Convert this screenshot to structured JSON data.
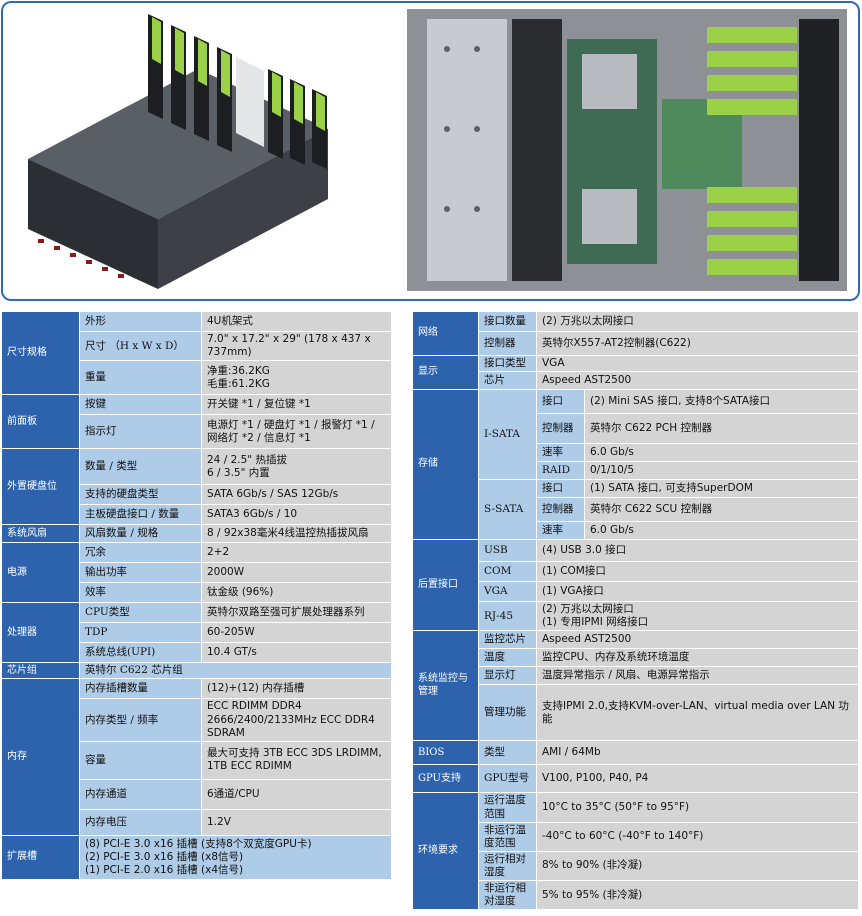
{
  "left_table": [
    {
      "group": "尺寸规格",
      "rows": [
        [
          "外形",
          "4U机架式"
        ],
        [
          "尺寸 （H x W x D）",
          "7.0\" x 17.2\" x 29\" (178 x 437 x 737mm)"
        ],
        [
          "重量",
          "净重:36.2KG\n毛重:61.2KG"
        ]
      ]
    },
    {
      "group": "前面板",
      "rows": [
        [
          "按键",
          "开关键 *1 / 复位键 *1"
        ],
        [
          "指示灯",
          "电源灯 *1 / 硬盘灯 *1 / 报警灯 *1 / 网络灯 *2 / 信息灯 *1"
        ]
      ]
    },
    {
      "group": "外置硬盘位",
      "rows": [
        [
          "数量 / 类型",
          "24 / 2.5\" 热插拔\n6 / 3.5\" 内置"
        ],
        [
          "支持的硬盘类型",
          "SATA 6Gb/s / SAS 12Gb/s"
        ],
        [
          "主板硬盘接口 / 数量",
          "SATA3 6Gb/s / 10"
        ]
      ]
    },
    {
      "group": "系统风扇",
      "rows": [
        [
          "风扇数量 / 规格",
          "8 / 92x38毫米4线温控热插拔风扇"
        ]
      ]
    },
    {
      "group": "电源",
      "rows": [
        [
          "冗余",
          "2+2"
        ],
        [
          "输出功率",
          "2000W"
        ],
        [
          "效率",
          "钛金级 (96%)"
        ]
      ]
    },
    {
      "group": "处理器",
      "rows": [
        [
          "CPU类型",
          "英特尔双路至强可扩展处理器系列"
        ],
        [
          "TDP",
          "60-205W"
        ],
        [
          "系统总线(UPI)",
          "10.4 GT/s"
        ]
      ]
    },
    {
      "group": "芯片组",
      "rows": [
        [
          "英特尔 C622 芯片组"
        ]
      ]
    },
    {
      "group": "内存",
      "rows": [
        [
          "内存插槽数量",
          "(12)+(12) 内存插槽"
        ],
        [
          "内存类型 / 频率",
          "ECC RDIMM DDR4 2666/2400/2133MHz ECC DDR4 SDRAM"
        ],
        [
          "容量",
          "最大可支持 3TB ECC 3DS LRDIMM, 1TB ECC RDIMM"
        ],
        [
          "内存通道",
          "6通道/CPU"
        ],
        [
          "内存电压",
          "1.2V"
        ]
      ]
    },
    {
      "group": "扩展槽",
      "rows": [
        [
          "(8) PCI-E 3.0 x16 插槽 (支持8个双宽度GPU卡)\n(2) PCI-E 3.0 x16 插槽 (x8信号)\n(1) PCI-E 2.0 x16 插槽 (x4信号)"
        ]
      ]
    }
  ],
  "right_table": [
    {
      "group": "网络",
      "rows": [
        [
          "接口数量",
          "(2) 万兆以太网接口"
        ],
        [
          "控制器",
          "英特尔X557-AT2控制器(C622)"
        ]
      ]
    },
    {
      "group": "显示",
      "rows": [
        [
          "接口类型",
          "VGA"
        ],
        [
          "芯片",
          "Aspeed AST2500"
        ]
      ]
    },
    {
      "group": "存储",
      "subgroups": [
        {
          "name": "I-SATA",
          "rows": [
            [
              "接口",
              "(2) Mini SAS 接口, 支持8个SATA接口"
            ],
            [
              "控制器",
              "英特尔 C622 PCH 控制器"
            ],
            [
              "速率",
              "6.0 Gb/s"
            ],
            [
              "RAID",
              "0/1/10/5"
            ]
          ]
        },
        {
          "name": "S-SATA",
          "rows": [
            [
              "接口",
              "(1) SATA 接口, 可支持SuperDOM"
            ],
            [
              "控制器",
              "英特尔 C622 SCU 控制器"
            ],
            [
              "速率",
              "6.0 Gb/s"
            ]
          ]
        }
      ]
    },
    {
      "group": "后置接口",
      "rows": [
        [
          "USB",
          "(4) USB 3.0 接口"
        ],
        [
          "COM",
          "(1) COM接口"
        ],
        [
          "VGA",
          "(1) VGA接口"
        ],
        [
          "RJ-45",
          "(2) 万兆以太网接口\n(1) 专用IPMI 网络接口"
        ]
      ]
    },
    {
      "group": "系统监控与管理",
      "rows": [
        [
          "监控芯片",
          "Aspeed AST2500"
        ],
        [
          "温度",
          "监控CPU、内存及系统环境温度"
        ],
        [
          "显示灯",
          "温度异常指示 / 风扇、电源异常指示"
        ],
        [
          "管理功能",
          "支持IPMI 2.0,支持KVM-over-LAN、virtual media over LAN 功能"
        ]
      ]
    },
    {
      "group": "BIOS",
      "rows": [
        [
          "类型",
          "AMI / 64Mb"
        ]
      ]
    },
    {
      "group": "GPU支持",
      "rows": [
        [
          "GPU型号",
          "V100, P100, P40, P4"
        ]
      ]
    },
    {
      "group": "环境要求",
      "rows": [
        [
          "运行温度范围",
          "10°C to 35°C (50°F to 95°F)"
        ],
        [
          "非运行温度范围",
          "-40°C to 60°C (-40°F to 140°F)"
        ],
        [
          "运行相对湿度",
          "8% to 90% (非冷凝)"
        ],
        [
          "非运行相对湿度",
          "5% to 95% (非冷凝)"
        ]
      ]
    }
  ]
}
